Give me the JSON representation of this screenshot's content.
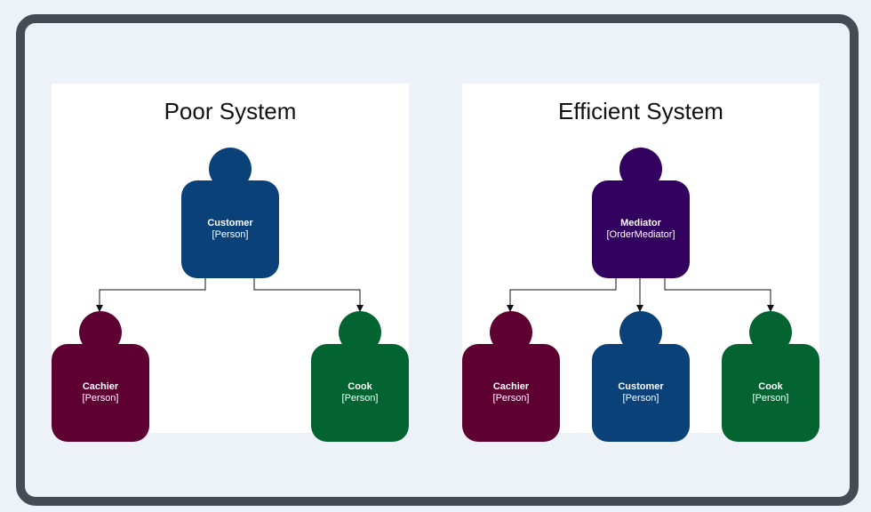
{
  "colors": {
    "customer": "#0b4179",
    "cachier": "#5f0033",
    "cook": "#036432",
    "mediator": "#32005f"
  },
  "poor_system": {
    "title": "Poor System",
    "customer": {
      "name": "Customer",
      "type": "[Person]"
    },
    "cachier": {
      "name": "Cachier",
      "type": "[Person]"
    },
    "cook": {
      "name": "Cook",
      "type": "[Person]"
    }
  },
  "efficient_system": {
    "title": "Efficient System",
    "mediator": {
      "name": "Mediator",
      "type": "[OrderMediator]"
    },
    "cachier": {
      "name": "Cachier",
      "type": "[Person]"
    },
    "customer": {
      "name": "Customer",
      "type": "[Person]"
    },
    "cook": {
      "name": "Cook",
      "type": "[Person]"
    }
  }
}
